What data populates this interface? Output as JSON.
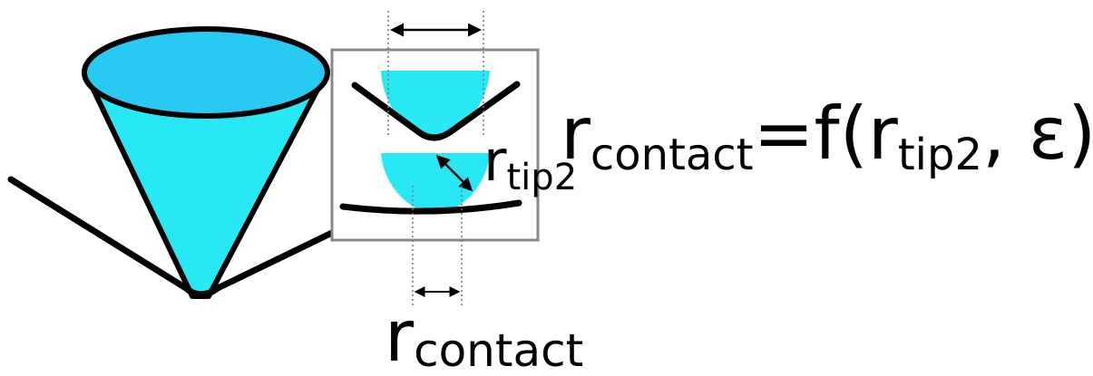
{
  "colors": {
    "fill": "#29e8f5",
    "ellipse_fill": "#28c9f2",
    "stroke": "#000000",
    "frame": "#888888",
    "guides": "#777777"
  },
  "labels": {
    "equation": {
      "r": "r",
      "sub_contact": "contact",
      "equals_f": "=f(",
      "r2": "r",
      "sub_tip2": "tip2",
      "comma_eps": ", ε)"
    },
    "tip_radius": {
      "r": "r",
      "sub": "tip2"
    },
    "contact_radius": {
      "r": "r",
      "sub": "contact"
    }
  }
}
